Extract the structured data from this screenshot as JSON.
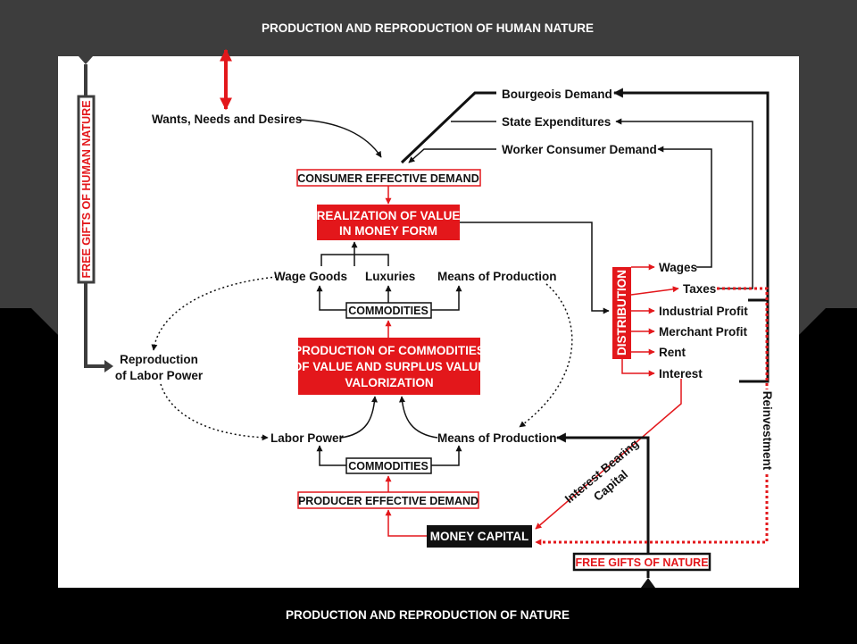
{
  "frame": {
    "top_title": "PRODUCTION AND REPRODUCTION OF HUMAN NATURE",
    "bottom_title": "PRODUCTION AND REPRODUCTION OF NATURE",
    "left_vertical": "FREE GIFTS OF HUMAN NATURE",
    "free_gifts_nature": "FREE GIFTS OF NATURE"
  },
  "nodes": {
    "wants": "Wants, Needs and Desires",
    "bourgeois": "Bourgeois Demand",
    "state": "State Expenditures",
    "worker": "Worker Consumer Demand",
    "consumer_demand": "CONSUMER EFFECTIVE DEMAND",
    "realization_line1": "REALIZATION OF VALUE",
    "realization_line2": "IN MONEY FORM",
    "wage_goods": "Wage Goods",
    "luxuries": "Luxuries",
    "means_top": "Means of Production",
    "commodities_top": "COMMODITIES",
    "reproduction_line1": "Reproduction",
    "reproduction_line2": "of Labor Power",
    "production_line1": "PRODUCTION OF COMMODITIES",
    "production_line2": "OF VALUE AND SURPLUS VALUE",
    "production_line3": "VALORIZATION",
    "labor_power": "Labor Power",
    "means_bottom": "Means of Production",
    "commodities_bottom": "COMMODITIES",
    "producer_demand": "PRODUCER EFFECTIVE DEMAND",
    "money_capital": "MONEY CAPITAL",
    "distribution": "DISTRIBUTION",
    "wages": "Wages",
    "taxes": "Taxes",
    "industrial_profit": "Industrial Profit",
    "merchant_profit": "Merchant Profit",
    "rent": "Rent",
    "interest": "Interest",
    "reinvestment": "Reinvestment",
    "interest_bearing_line1": "Interest Bearing",
    "interest_bearing_line2": "Capital"
  },
  "colors": {
    "red": "#e3171b",
    "black": "#111111",
    "frame_gray": "#3d3d3d",
    "panel": "#ffffff"
  }
}
